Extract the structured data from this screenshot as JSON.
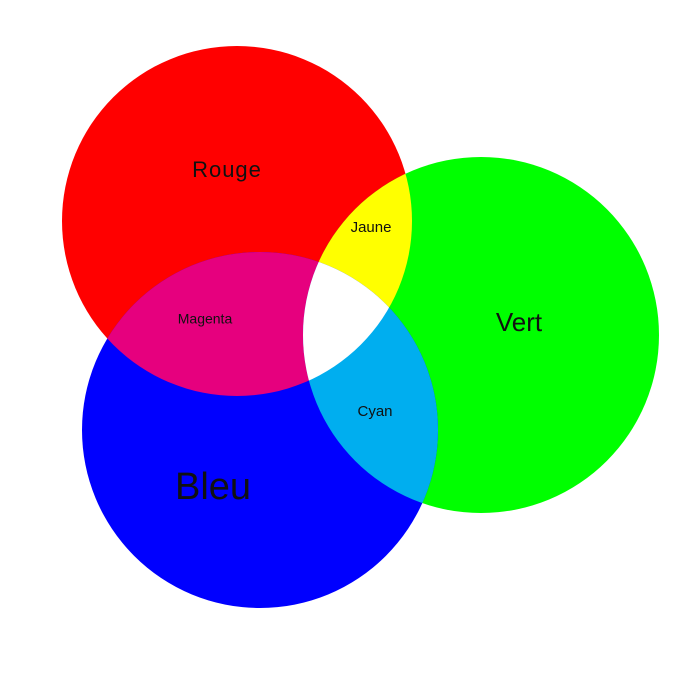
{
  "diagram": {
    "type": "rgb-additive-color-venn",
    "circles": [
      {
        "name": "rouge",
        "label": "Rouge",
        "color": "#ff0000"
      },
      {
        "name": "vert",
        "label": "Vert",
        "color": "#00ff00"
      },
      {
        "name": "bleu",
        "label": "Bleu",
        "color": "#0000ff"
      }
    ],
    "overlaps": [
      {
        "name": "jaune",
        "label": "Jaune",
        "color": "#ffff00",
        "between": [
          "rouge",
          "vert"
        ]
      },
      {
        "name": "magenta",
        "label": "Magenta",
        "color": "#e6007e",
        "between": [
          "rouge",
          "bleu"
        ]
      },
      {
        "name": "cyan",
        "label": "Cyan",
        "color": "#00aeef",
        "between": [
          "vert",
          "bleu"
        ]
      }
    ],
    "center": {
      "name": "white-center",
      "color": "#ffffff",
      "between": [
        "rouge",
        "vert",
        "bleu"
      ]
    }
  }
}
